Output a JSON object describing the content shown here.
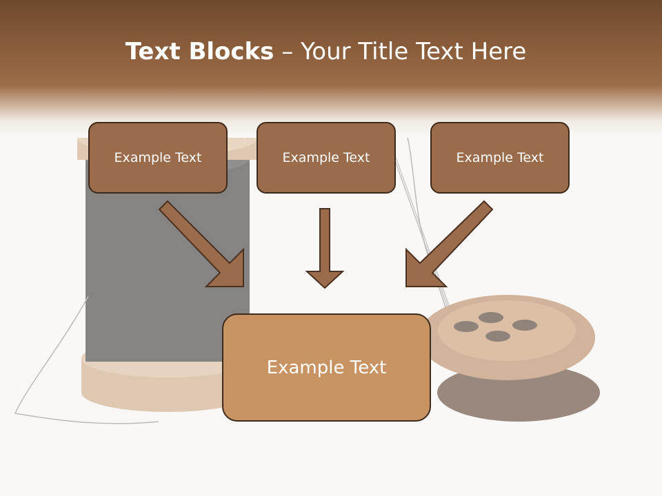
{
  "title": {
    "bold": "Text Blocks",
    "dash": " – ",
    "rest": "Your Title Text Here"
  },
  "blocks": [
    {
      "text": "Example Text"
    },
    {
      "text": "Example Text"
    },
    {
      "text": "Example Text"
    }
  ],
  "target": {
    "text": "Example Text"
  },
  "colors": {
    "block_fill": "#9b6c4b",
    "target_fill": "#c89464",
    "arrow_fill": "#9b6c4b",
    "outline": "#3e2a1a",
    "header_dark": "#6f4a2d"
  },
  "background_image": "faded photo of a thread spool, needle and wooden buttons"
}
